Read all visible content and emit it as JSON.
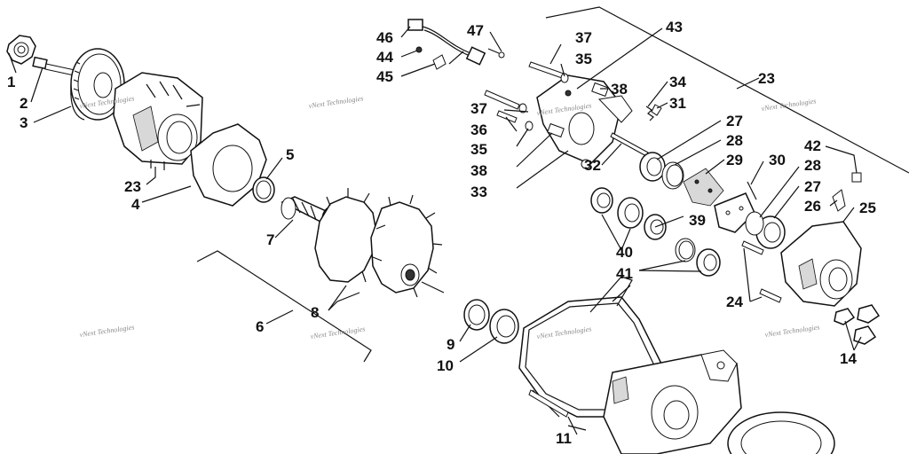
{
  "labels": {
    "l1": "1",
    "l2": "2",
    "l3": "3",
    "l4": "4",
    "l5": "5",
    "l6": "6",
    "l7": "7",
    "l8": "8",
    "l9": "9",
    "l10": "10",
    "l11": "11",
    "l14": "14",
    "l23a": "23",
    "l23b": "23",
    "l24": "24",
    "l25": "25",
    "l26": "26",
    "l27a": "27",
    "l27b": "27",
    "l28a": "28",
    "l28b": "28",
    "l29": "29",
    "l30": "30",
    "l31": "31",
    "l32": "32",
    "l33": "33",
    "l34": "34",
    "l35a": "35",
    "l35b": "35",
    "l36": "36",
    "l37a": "37",
    "l37b": "37",
    "l38a": "38",
    "l38b": "38",
    "l39": "39",
    "l40": "40",
    "l41": "41",
    "l42": "42",
    "l43": "43",
    "l44": "44",
    "l45": "45",
    "l46": "46",
    "l47": "47"
  },
  "watermark": "vNext Technologies"
}
